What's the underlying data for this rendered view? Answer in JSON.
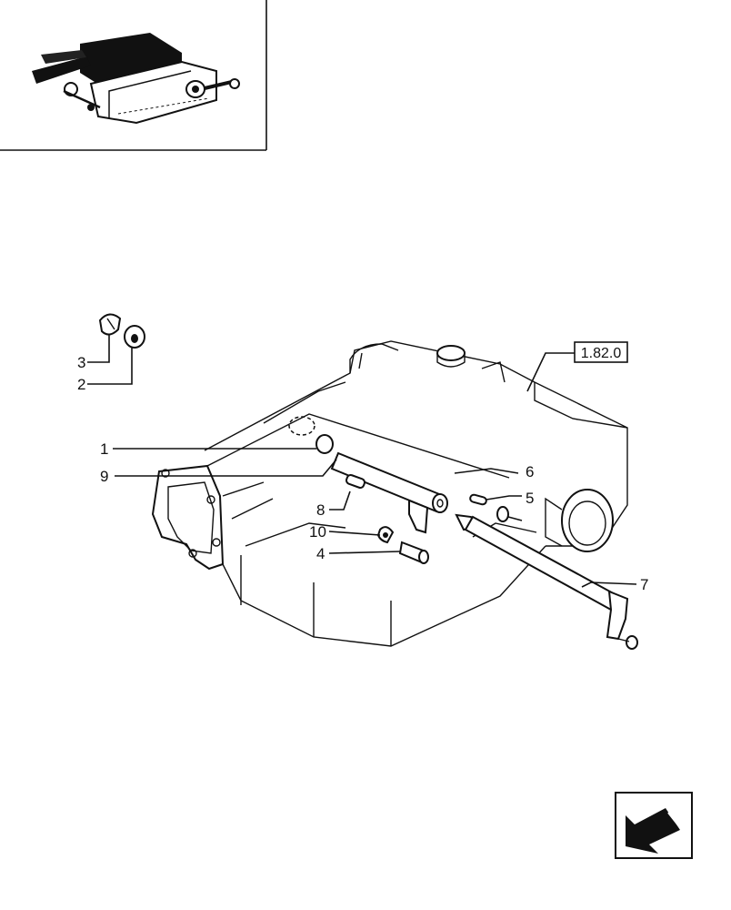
{
  "reference_box": "1.82.0",
  "callouts": [
    {
      "id": "c1",
      "label": "1"
    },
    {
      "id": "c2",
      "label": "2"
    },
    {
      "id": "c3",
      "label": "3"
    },
    {
      "id": "c4",
      "label": "4"
    },
    {
      "id": "c5",
      "label": "5"
    },
    {
      "id": "c6",
      "label": "6"
    },
    {
      "id": "c7",
      "label": "7"
    },
    {
      "id": "c8",
      "label": "8"
    },
    {
      "id": "c9",
      "label": "9"
    },
    {
      "id": "c10",
      "label": "10"
    }
  ],
  "icons": {
    "thumbnail": "lift-assembly-thumbnail",
    "nav": "next-page-arrow-icon"
  }
}
